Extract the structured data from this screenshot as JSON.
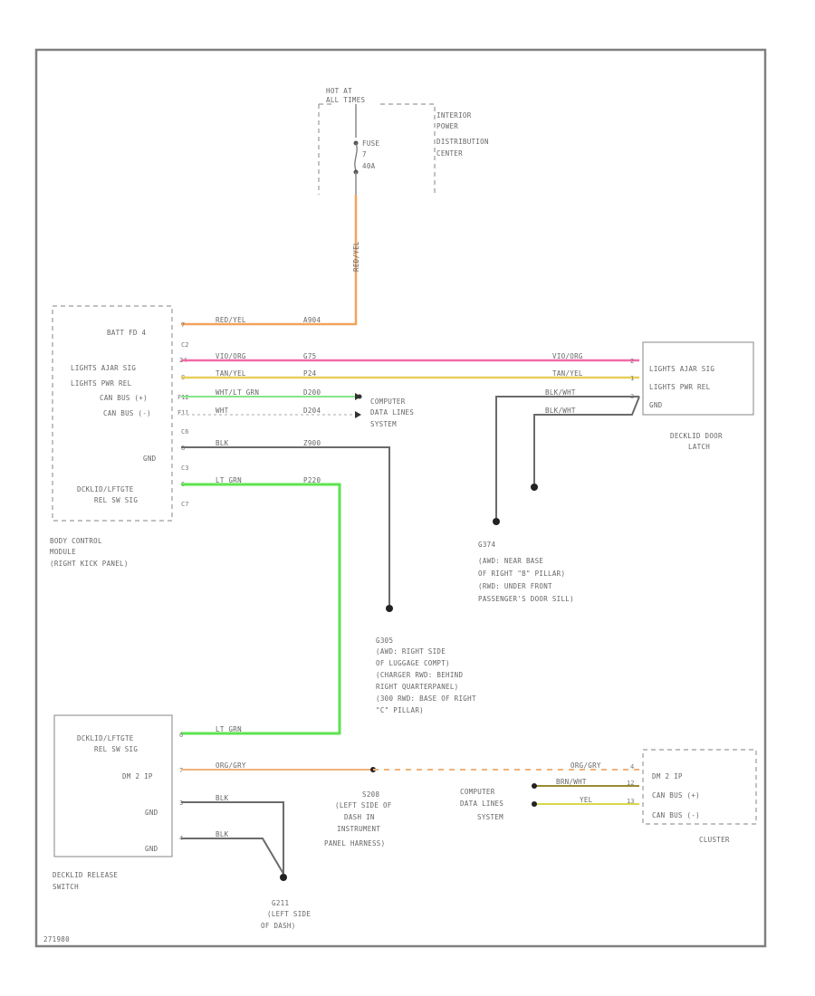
{
  "colors": {
    "border": "#808080",
    "red_yel": "#f2a35e",
    "vio_org": "#f06aa8",
    "tan_yel": "#e7cf5a",
    "wht_lt_grn": "#86e58a",
    "wht": "#d4d4d4",
    "blk": "#6b6b6b",
    "lt_grn": "#5de34f",
    "org_gry": "#f0b27a",
    "brn_wht": "#9a8a30",
    "yel": "#d8d84a",
    "blk_wht": "#6b6b6b"
  },
  "fuse_block": {
    "hot": [
      "HOT AT",
      "ALL TIMES"
    ],
    "fuse": [
      "FUSE",
      "7",
      "40A"
    ],
    "name": [
      "INTERIOR",
      "POWER",
      "DISTRIBUTION",
      "CENTER"
    ],
    "wire": "RED/YEL"
  },
  "bcm": {
    "pins": [
      "BATT FD 4",
      "LIGHTS AJAR SIG",
      "LIGHTS PWR REL",
      "CAN BUS (+)",
      "CAN BUS (-)",
      "GND",
      "DCKLID/LFTGTE REL SW SIG"
    ],
    "connectors": [
      "C2",
      "C6",
      "C3",
      "C7"
    ],
    "pin_nums": [
      "7",
      "24",
      "8",
      "F12",
      "F11",
      "8",
      "6"
    ],
    "name": [
      "BODY CONTROL",
      "MODULE",
      "(RIGHT KICK PANEL)"
    ]
  },
  "wires_top": [
    {
      "color": "RED/YEL",
      "circuit": "A904"
    },
    {
      "color": "VIO/ORG",
      "circuit": "G75"
    },
    {
      "color": "TAN/YEL",
      "circuit": "P24"
    },
    {
      "color": "WHT/LT GRN",
      "circuit": "D200"
    },
    {
      "color": "WHT",
      "circuit": "D204"
    },
    {
      "color": "BLK",
      "circuit": "Z900"
    },
    {
      "color": "LT GRN",
      "circuit": "P220"
    }
  ],
  "computer_data_1": [
    "COMPUTER",
    "DATA LINES",
    "SYSTEM"
  ],
  "decklid_latch": {
    "pins": [
      "LIGHTS AJAR SIG",
      "LIGHTS PWR REL",
      "GND"
    ],
    "pin_nums": [
      "2",
      "1",
      "3"
    ],
    "wires": [
      "VIO/ORG",
      "TAN/YEL",
      "BLK/WHT",
      "BLK/WHT"
    ],
    "name": [
      "DECKLID DOOR",
      "LATCH"
    ]
  },
  "g374": [
    "G374",
    "(AWD: NEAR BASE",
    "OF RIGHT \"B\" PILLAR)",
    "(RWD: UNDER FRONT",
    "PASSENGER'S DOOR SILL)"
  ],
  "g305": [
    "G305",
    "(AWD: RIGHT SIDE",
    "OF LUGGAGE COMPT)",
    "(CHARGER RWD: BEHIND",
    "RIGHT QUARTERPANEL)",
    "(300 RWD: BASE OF RIGHT",
    "\"C\" PILLAR)"
  ],
  "release_switch": {
    "pins": [
      "DCKLID/LFTGTE REL SW SIG",
      "DM 2 IP",
      "GND",
      "GND"
    ],
    "pin_nums": [
      "6",
      "7",
      "3",
      "4"
    ],
    "wires": [
      "LT GRN",
      "ORG/GRY",
      "BLK",
      "BLK"
    ],
    "name": [
      "DECKLID RELEASE",
      "SWITCH"
    ]
  },
  "s208": [
    "S208",
    "(LEFT SIDE OF",
    "DASH IN",
    "INSTRUMENT",
    "PANEL HARNESS)"
  ],
  "computer_data_2": [
    "COMPUTER",
    "DATA LINES",
    "SYSTEM"
  ],
  "cluster": {
    "pins": [
      "DM 2 IP",
      "CAN BUS (+)",
      "CAN BUS (-)"
    ],
    "pin_nums": [
      "4",
      "12",
      "13"
    ],
    "wires": [
      "ORG/GRY",
      "BRN/WHT",
      "YEL"
    ],
    "name": "CLUSTER"
  },
  "g211": [
    "G211",
    "(LEFT SIDE",
    "OF DASH)"
  ],
  "footer": "271980"
}
